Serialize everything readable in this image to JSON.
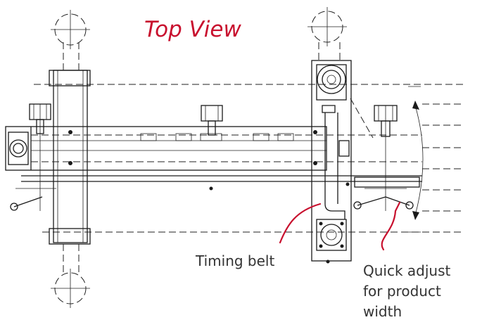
{
  "title": "Top View",
  "callouts": {
    "timing_belt": "Timing belt",
    "quick_adjust": [
      "Quick adjust",
      "for product",
      "width"
    ]
  },
  "colors": {
    "title": "#c8102e",
    "arrows": "#c8102e",
    "linework": "#1a1a1a"
  }
}
